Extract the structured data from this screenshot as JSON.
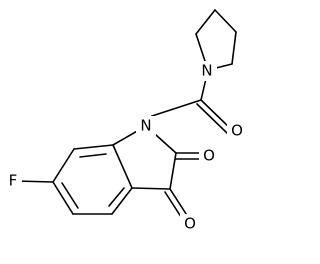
{
  "structure": {
    "atoms": {
      "F": "F",
      "N_ring": "N",
      "O_ketone": "O",
      "O_amide": "O",
      "O_lactam": "O",
      "N_pyrrolidine": "N"
    }
  }
}
